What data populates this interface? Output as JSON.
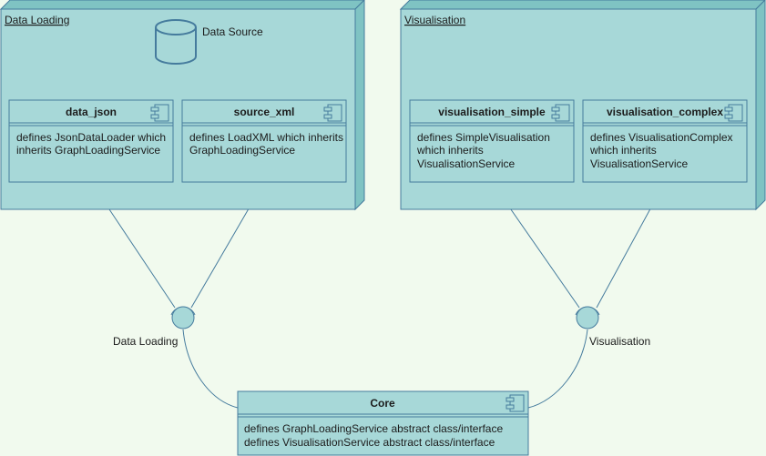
{
  "nodes": {
    "data_loading": {
      "label": "Data Loading"
    },
    "visualisation": {
      "label": "Visualisation"
    },
    "data_source": {
      "label": "Data Source"
    }
  },
  "components": {
    "data_json": {
      "title": "data_json",
      "desc": [
        "defines JsonDataLoader which",
        "inherits GraphLoadingService"
      ]
    },
    "source_xml": {
      "title": "source_xml",
      "desc": [
        "defines LoadXML which inherits",
        "GraphLoadingService"
      ]
    },
    "visualisation_simple": {
      "title": "visualisation_simple",
      "desc": [
        "defines SimpleVisualisation",
        "which inherits",
        "VisualisationService"
      ]
    },
    "visualisation_complex": {
      "title": "visualisation_complex",
      "desc": [
        "defines VisualisationComplex",
        "which inherits",
        "VisualisationService"
      ]
    },
    "core": {
      "title": "Core",
      "desc": [
        "defines GraphLoadingService abstract class/interface",
        "defines VisualisationService abstract class/interface"
      ]
    }
  },
  "interfaces": {
    "data_loading": {
      "label": "Data Loading"
    },
    "visualisation": {
      "label": "Visualisation"
    }
  },
  "colors": {
    "fill": "#a7d8d8",
    "stroke": "#457b9d",
    "node_side": "#7fc3c3",
    "background": "#f1faee",
    "text": "#1b1b1b"
  }
}
